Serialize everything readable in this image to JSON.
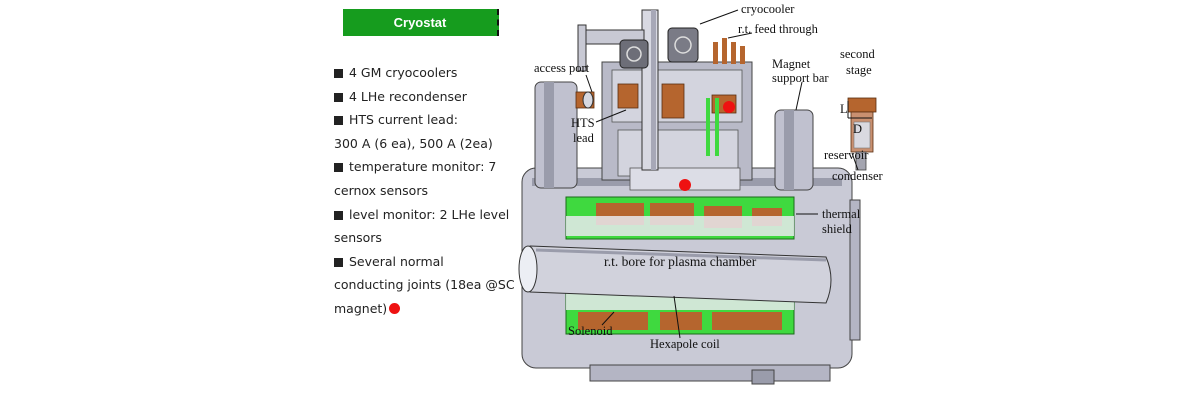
{
  "title": "Cryostat",
  "bullets": [
    "4 GM cryocoolers",
    "4 LHe recondenser",
    "HTS current lead:",
    "300 A (6 ea), 500 A (2ea)",
    "temperature monitor: 7",
    "cernox sensors",
    "level monitor: 2 LHe level",
    "sensors",
    "Several normal",
    "conducting joints (18ea @SC",
    "magnet)"
  ],
  "labels": {
    "cryocooler": "cryocooler",
    "rt_feed": "r.t. feed through",
    "access_port": "access port",
    "magnet_support_1": "Magnet",
    "magnet_support_2": "support bar",
    "second_stage_1": "second",
    "second_stage_2": "stage",
    "hts_lead_1": "HTS",
    "hts_lead_2": "lead",
    "dim_l": "L",
    "dim_d": "D",
    "reservoir": "reservoir",
    "condenser": "condenser",
    "thermal_1": "thermal",
    "thermal_2": "shield",
    "bore": "r.t. bore for plasma chamber",
    "solenoid": "Solenoid",
    "hexapole": "Hexapole coil"
  },
  "colors": {
    "title_bg": "#169c1e",
    "highlight_dot": "#ee1111",
    "steel": "#c9cad6",
    "steel_dark": "#9a9cab",
    "coil_copper": "#b5652e",
    "coil_green": "#3fd93f"
  }
}
